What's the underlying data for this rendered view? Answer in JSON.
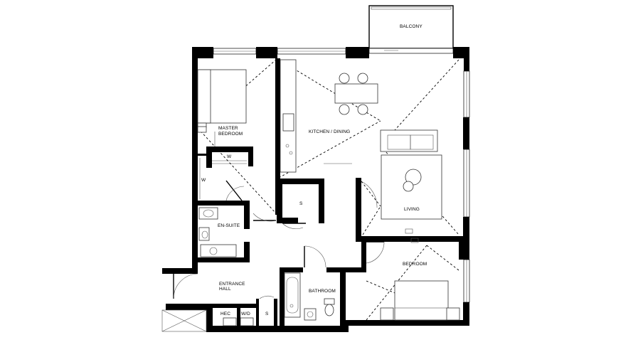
{
  "rooms": {
    "balcony": "BALCONY",
    "kitchen_dining": "KITCHEN / DINING",
    "master_bedroom_line1": "MASTER",
    "master_bedroom_line2": "BEDROOM",
    "wardrobe_master": "W",
    "wardrobe_ensuite": "W",
    "storage_center": "S",
    "living": "LIVING",
    "en_suite": "EN-SUITE",
    "bedroom": "BEDROOM",
    "entrance_line1": "ENTRANCE",
    "entrance_line2": "HALL",
    "bathroom": "BATHROOM",
    "hec": "HEC",
    "washer_dryer": "W/D",
    "storage_hall": "S"
  }
}
